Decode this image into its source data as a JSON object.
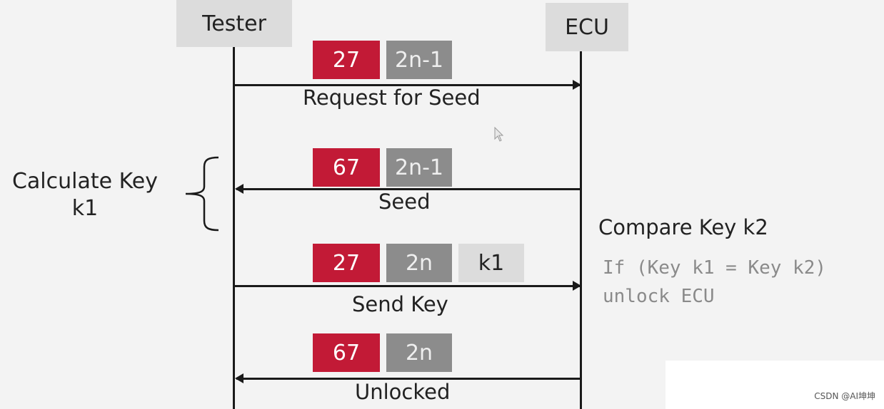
{
  "participants": {
    "tester": "Tester",
    "ecu": "ECU"
  },
  "messages": [
    {
      "direction": "tester-to-ecu",
      "bytes": [
        "27",
        "2n-1"
      ],
      "label": "Request for Seed"
    },
    {
      "direction": "ecu-to-tester",
      "bytes": [
        "67",
        "2n-1"
      ],
      "label": "Seed"
    },
    {
      "direction": "tester-to-ecu",
      "bytes": [
        "27",
        "2n",
        "k1"
      ],
      "label": "Send Key"
    },
    {
      "direction": "ecu-to-tester",
      "bytes": [
        "67",
        "2n"
      ],
      "label": "Unlocked"
    }
  ],
  "tester_note": {
    "line1": "Calculate Key",
    "line2": "k1"
  },
  "ecu_note": {
    "title": "Compare Key k2",
    "code_line1": "If (Key k1 = Key k2)",
    "code_line2": "unlock ECU"
  },
  "colors": {
    "sid_red": "#c21a36",
    "subfunction_gray": "#8c8c8c",
    "key_light_gray": "#dcdcdc",
    "line_black": "#1a1a1a",
    "background": "#f3f3f3"
  },
  "watermark": "CSDN @AI坤坤"
}
